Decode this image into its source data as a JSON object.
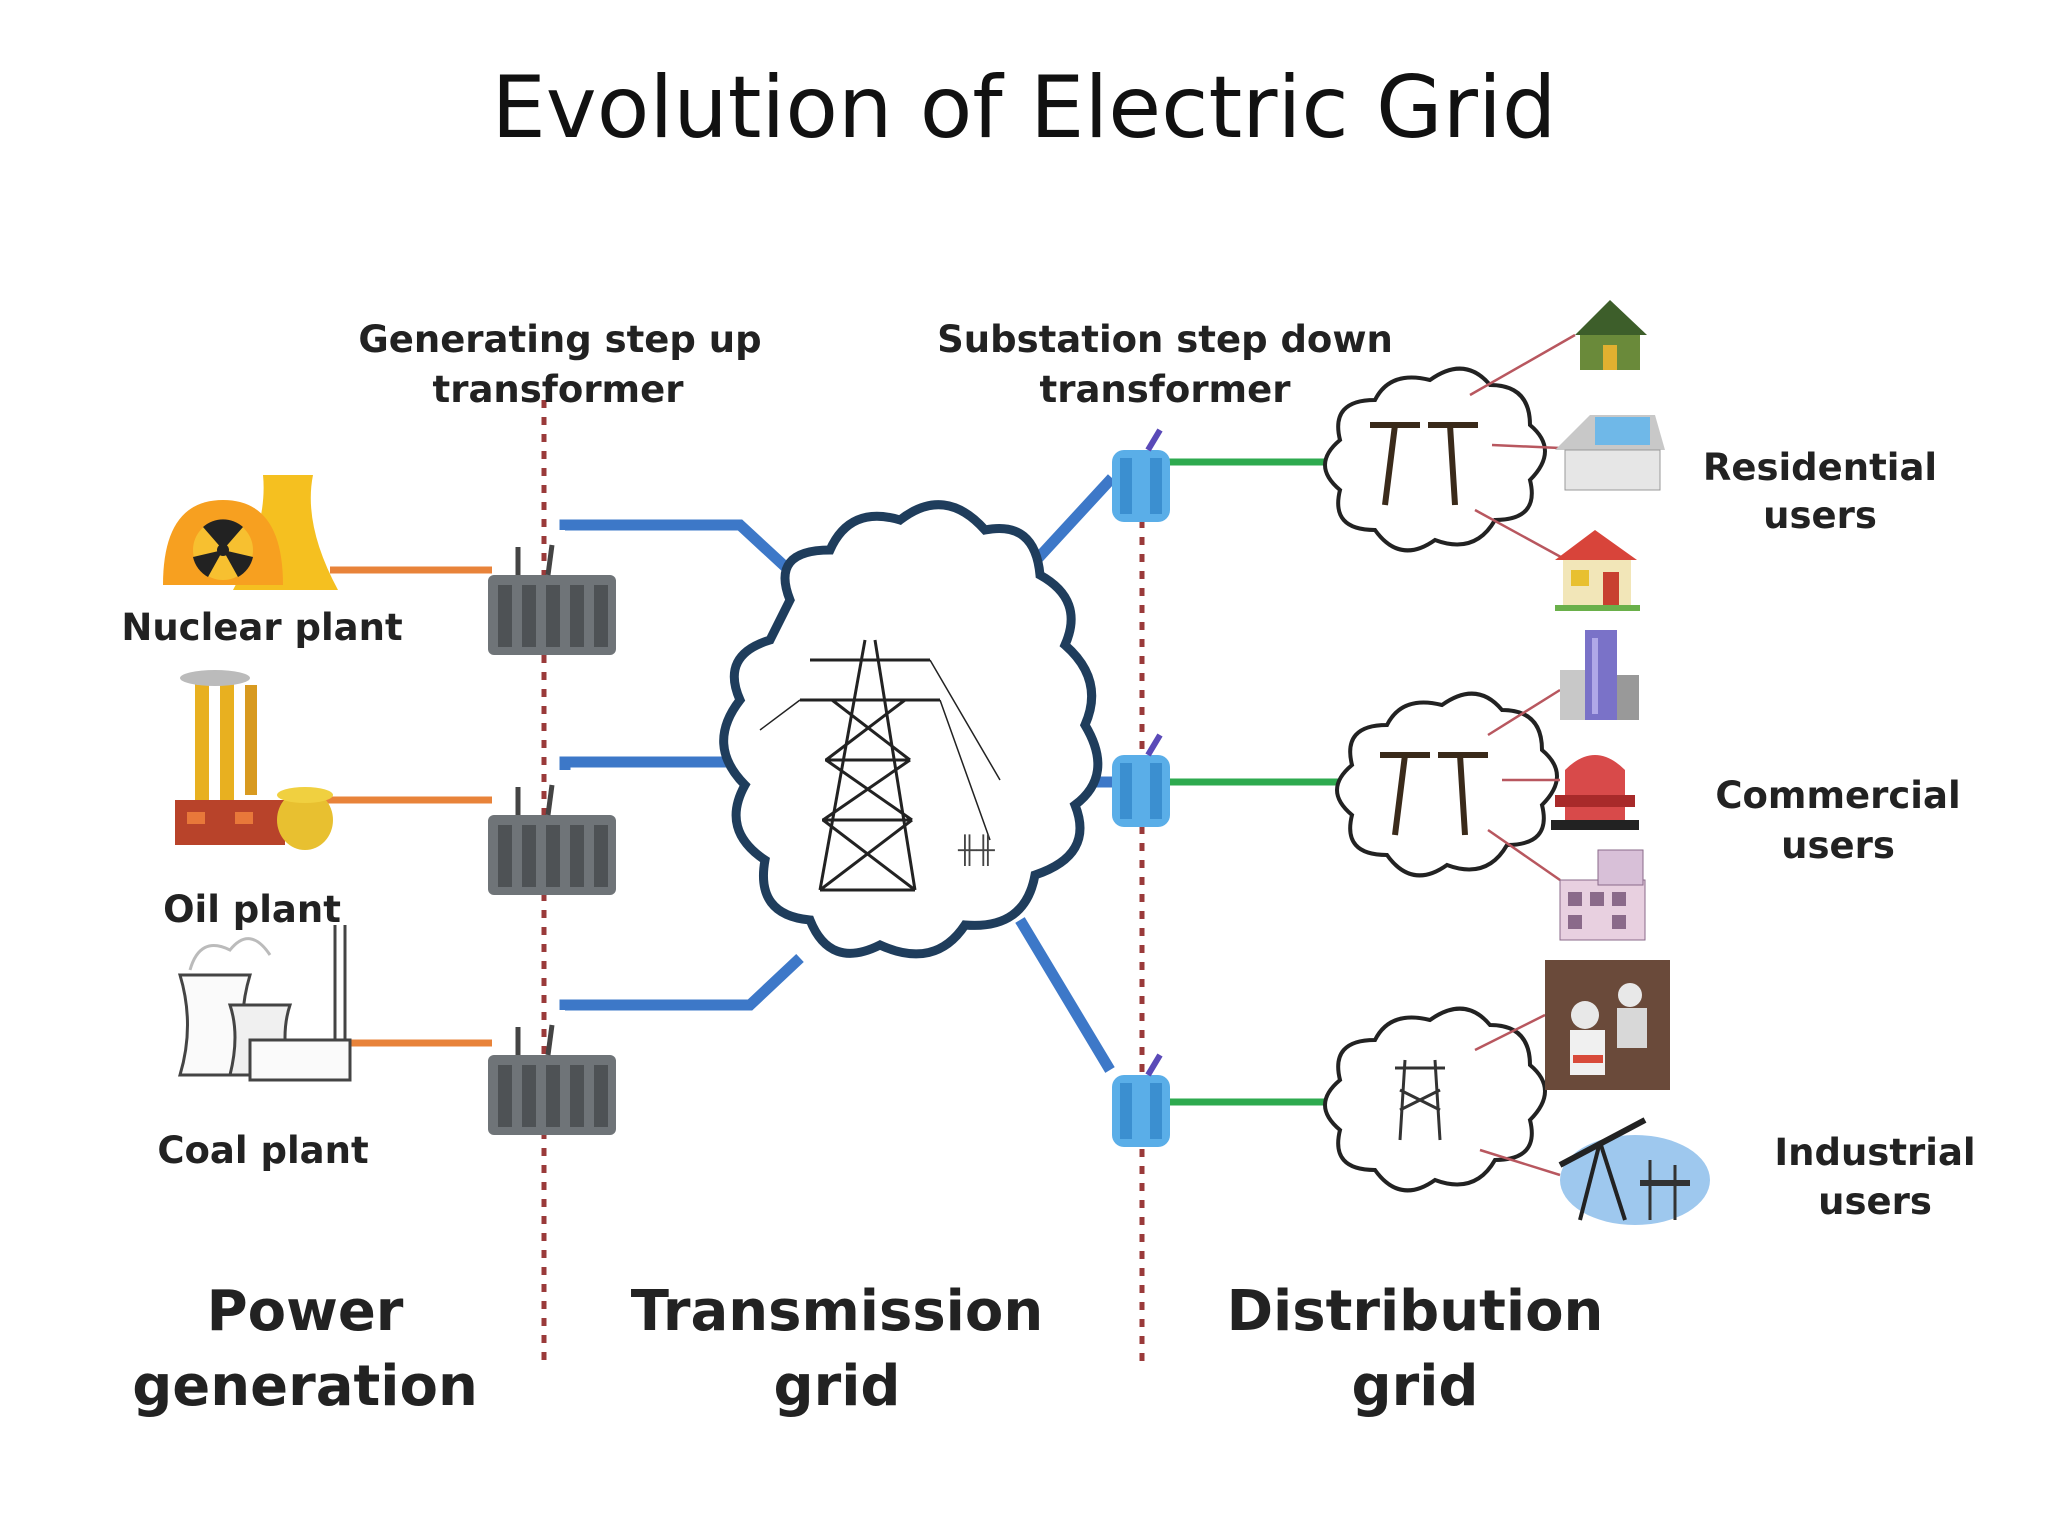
{
  "title": "Evolution of Electric Grid",
  "transformers": {
    "step_up": [
      "Generating step up",
      "transformer"
    ],
    "step_down": [
      "Substation step down",
      "transformer"
    ]
  },
  "plants": [
    {
      "label": "Nuclear plant",
      "icon": "nuclear-plant-icon"
    },
    {
      "label": "Oil plant",
      "icon": "oil-plant-icon"
    },
    {
      "label": "Coal plant",
      "icon": "coal-plant-icon"
    }
  ],
  "user_groups": [
    {
      "label": [
        "Residential",
        "users"
      ],
      "icons": [
        "house-icon",
        "solar-house-icon",
        "home-icon"
      ]
    },
    {
      "label": [
        "Commercial",
        "users"
      ],
      "icons": [
        "office-tower-icon",
        "mall-icon",
        "shop-building-icon"
      ]
    },
    {
      "label": [
        "Industrial",
        "users"
      ],
      "icons": [
        "workers-icon",
        "oil-pump-icon"
      ]
    }
  ],
  "sections": {
    "power_generation": [
      "Power",
      "generation"
    ],
    "transmission_grid": [
      "Transmission",
      "grid"
    ],
    "distribution_grid": [
      "Distribution",
      "grid"
    ]
  },
  "colors": {
    "generation_link": "#e8833a",
    "transmission_line": "#3d78c8",
    "distribution_line": "#2eaa4f",
    "divider": "#9a3a3a",
    "substation": "#5aaee8",
    "cloud_stroke": "#1f3d5c"
  }
}
